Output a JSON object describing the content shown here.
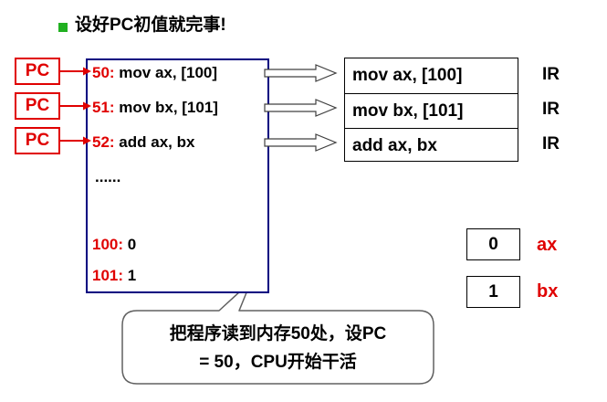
{
  "heading": "设好PC初值就完事!",
  "pc_label": "PC",
  "memory": {
    "lines": [
      {
        "addr": "50:",
        "text": " mov ax, [100]"
      },
      {
        "addr": "51:",
        "text": " mov bx, [101]"
      },
      {
        "addr": "52:",
        "text": " add ax, bx"
      }
    ],
    "ellipsis": "......",
    "data": [
      {
        "addr": "100:",
        "value": " 0"
      },
      {
        "addr": "101:",
        "value": " 1"
      }
    ]
  },
  "ir": {
    "rows": [
      "mov ax, [100]",
      "mov bx, [101]",
      "add ax, bx"
    ],
    "label": "IR"
  },
  "registers": [
    {
      "name": "ax",
      "value": "0"
    },
    {
      "name": "bx",
      "value": "1"
    }
  ],
  "callout": {
    "line1": "把程序读到内存50处，设PC",
    "line2": "= 50，CPU开始干活"
  },
  "colors": {
    "red": "#e00000",
    "navy": "#000080",
    "green": "#21b021"
  }
}
